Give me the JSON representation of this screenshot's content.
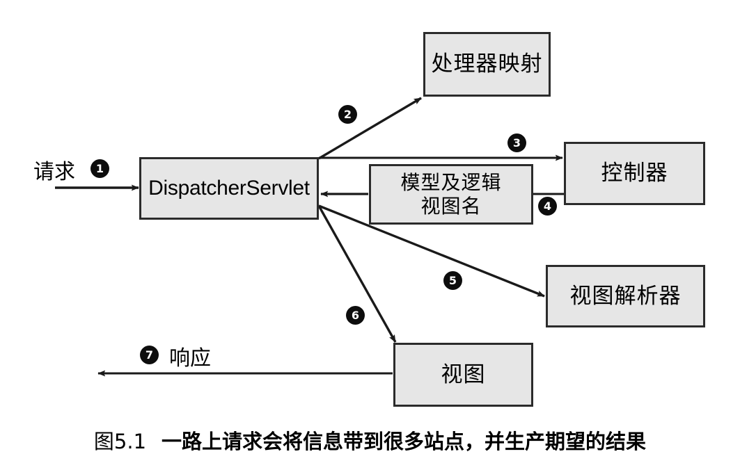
{
  "figure": {
    "caption_number": "图5.1",
    "caption_text": "一路上请求会将信息带到很多站点，并生产期望的结果",
    "background_color": "#ffffff",
    "node_fill_color": "#e6e6e6",
    "node_border_color": "#2b2b2b",
    "line_color": "#1a1a1a",
    "marker_color": "#0d0d0d"
  },
  "nodes": [
    {
      "id": "dispatcher-servlet",
      "label": "DispatcherServlet",
      "script": "latin"
    },
    {
      "id": "handler-mapping",
      "label": "处理器映射",
      "script": "cjk"
    },
    {
      "id": "controller",
      "label": "控制器",
      "script": "cjk"
    },
    {
      "id": "model-and-view-name",
      "label": "模型及逻辑\n视图名",
      "script": "cjk"
    },
    {
      "id": "view-resolver",
      "label": "视图解析器",
      "script": "cjk"
    },
    {
      "id": "view",
      "label": "视图",
      "script": "cjk"
    }
  ],
  "edge_labels": {
    "request": "请求",
    "response": "响应"
  },
  "steps": [
    {
      "number": "1",
      "glyph": "❶",
      "from": "request",
      "to": "dispatcher-servlet"
    },
    {
      "number": "2",
      "glyph": "❷",
      "from": "dispatcher-servlet",
      "to": "handler-mapping"
    },
    {
      "number": "3",
      "glyph": "❸",
      "from": "dispatcher-servlet",
      "to": "controller"
    },
    {
      "number": "4",
      "glyph": "❹",
      "from": "controller",
      "to": "model-and-view-name"
    },
    {
      "number": "5",
      "glyph": "❺",
      "from": "dispatcher-servlet",
      "to": "view-resolver"
    },
    {
      "number": "6",
      "glyph": "❻",
      "from": "dispatcher-servlet",
      "to": "view"
    },
    {
      "number": "7",
      "glyph": "❼",
      "from": "view",
      "to": "response"
    }
  ]
}
